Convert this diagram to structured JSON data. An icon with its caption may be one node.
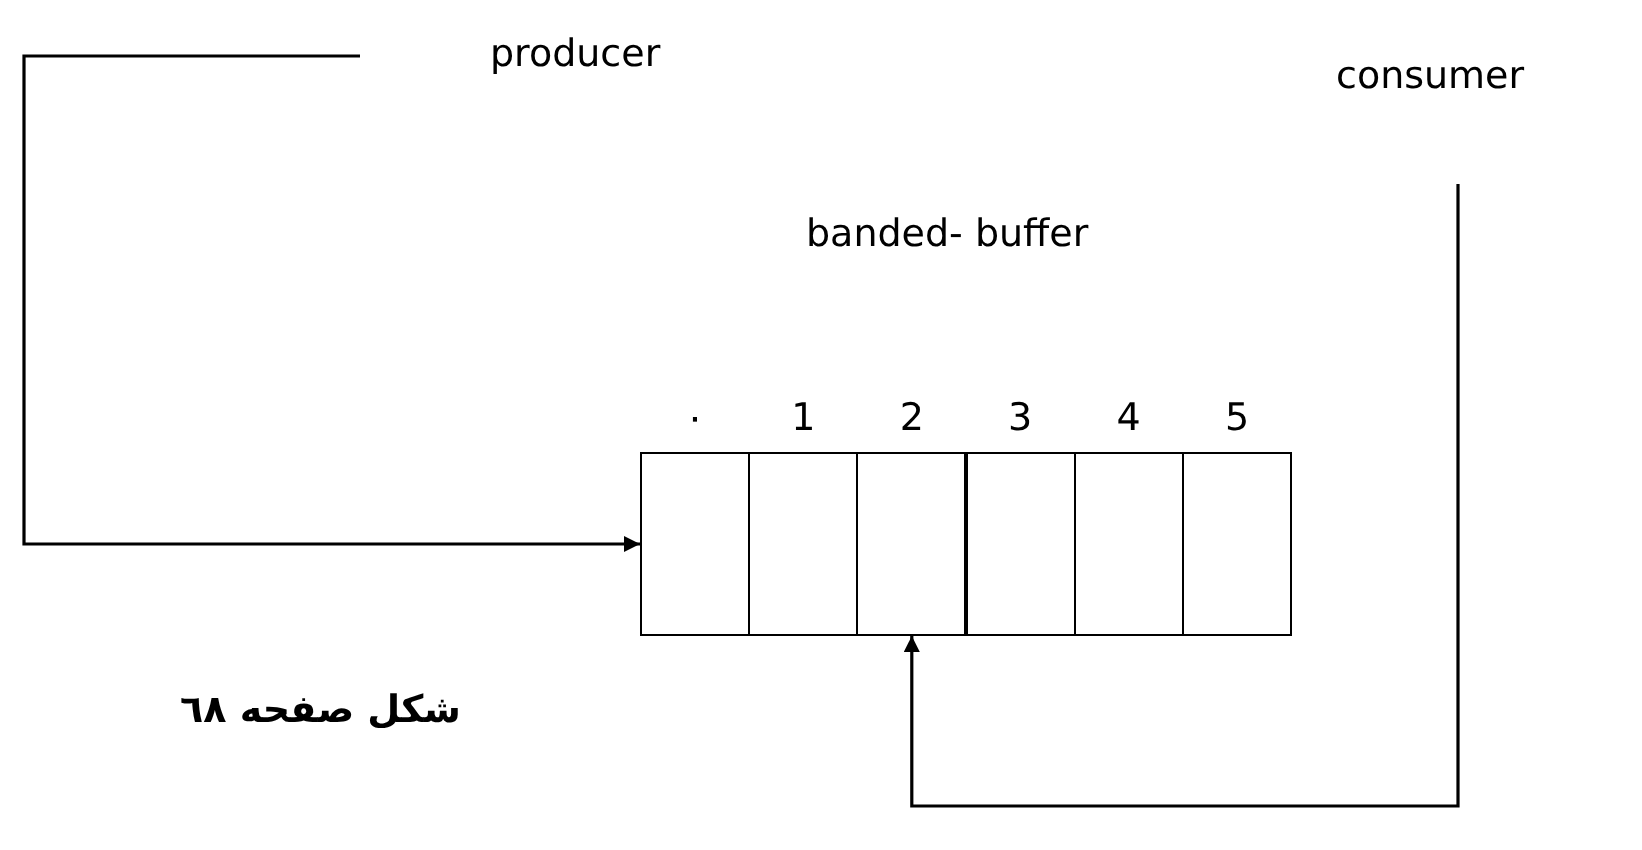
{
  "diagram": {
    "caption": "شكل صفحه ٦٨",
    "nodes": [
      {
        "text": [
          "producer"
        ]
      },
      {
        "text": [
          "consumer"
        ]
      },
      {
        "text": [
          "٠"
        ]
      },
      {
        "text": [
          "1"
        ]
      },
      {
        "text": [
          "2"
        ]
      },
      {
        "text": [
          "3"
        ]
      },
      {
        "text": [
          "4"
        ]
      },
      {
        "text": [
          "5"
        ]
      }
    ],
    "edges": [
      {
        "from": 0,
        "to": 2,
        "arrow": "to"
      },
      {
        "from": 1,
        "to": 4,
        "arrow": "to"
      }
    ],
    "labels": [
      "banded- buffer"
    ]
  }
}
